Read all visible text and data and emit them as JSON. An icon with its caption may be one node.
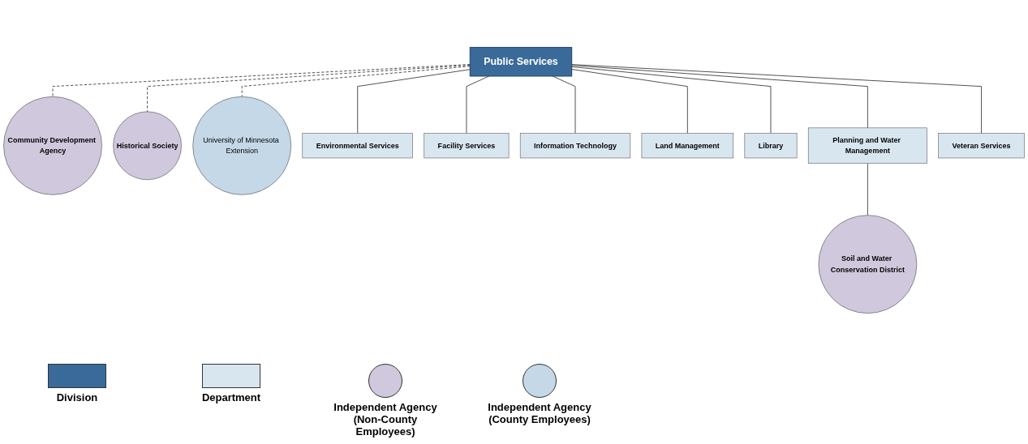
{
  "diagram": {
    "nodes": [
      {
        "text": [
          "Public Services"
        ]
      },
      {
        "text": [
          "Community Development Agency"
        ]
      },
      {
        "text": [
          "Historical Society"
        ]
      },
      {
        "text": [
          "University of Minnesota Extension"
        ]
      },
      {
        "text": [
          "Environmental Services"
        ]
      },
      {
        "text": [
          "Facility Services"
        ]
      },
      {
        "text": [
          "Information Technology"
        ]
      },
      {
        "text": [
          "Land Management"
        ]
      },
      {
        "text": [
          "Library"
        ]
      },
      {
        "text": [
          "Planning and Water Management"
        ]
      },
      {
        "text": [
          "Veteran Services"
        ]
      },
      {
        "text": [
          "Soil and Water Conservation District"
        ]
      }
    ],
    "edges": [
      {
        "from": 0,
        "to": 1,
        "arrow": "none",
        "style": "dashed"
      },
      {
        "from": 0,
        "to": 2,
        "arrow": "none",
        "style": "dashed"
      },
      {
        "from": 0,
        "to": 3,
        "arrow": "none",
        "style": "dashed"
      },
      {
        "from": 0,
        "to": 4,
        "arrow": "none"
      },
      {
        "from": 0,
        "to": 5,
        "arrow": "none"
      },
      {
        "from": 0,
        "to": 6,
        "arrow": "none"
      },
      {
        "from": 0,
        "to": 7,
        "arrow": "none"
      },
      {
        "from": 0,
        "to": 8,
        "arrow": "none"
      },
      {
        "from": 0,
        "to": 9,
        "arrow": "none"
      },
      {
        "from": 0,
        "to": 10,
        "arrow": "none"
      },
      {
        "from": 9,
        "to": 11,
        "arrow": "none"
      }
    ],
    "legend": [
      {
        "text": "Division",
        "color": "#3a6a9a"
      },
      {
        "text": "Department",
        "color": "#d8e6f0"
      },
      {
        "text": "Independent Agency (Non-County Employees)",
        "color": "#d0c8dc"
      },
      {
        "text": "Independent Agency (County Employees)",
        "color": "#c4d8e8"
      }
    ]
  }
}
